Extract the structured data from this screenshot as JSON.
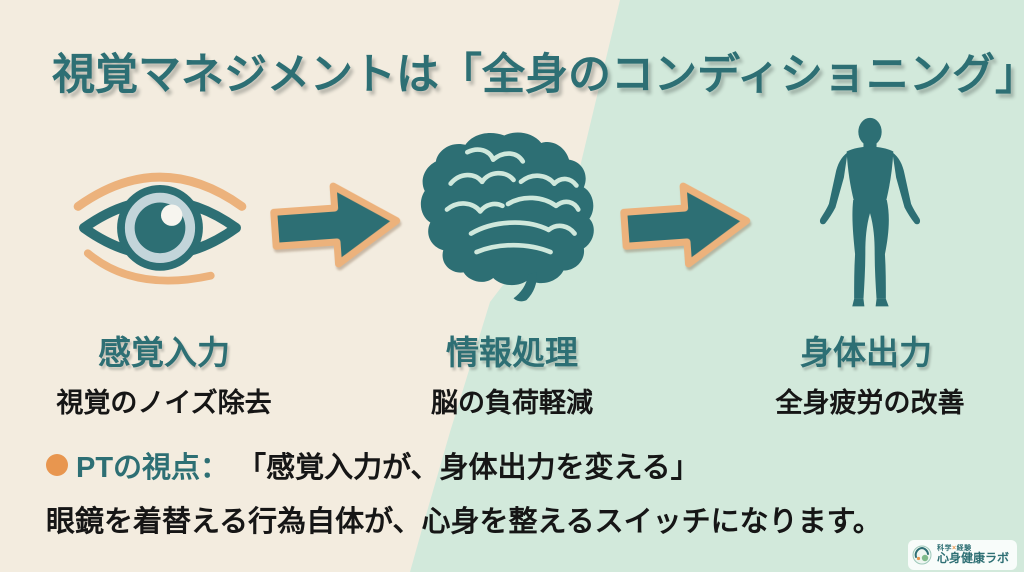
{
  "title": "視覚マネジメントは「全身のコンディショニング」",
  "flow": {
    "steps": [
      {
        "icon": "eye-icon",
        "label": "感覚入力",
        "sublabel": "視覚のノイズ除去"
      },
      {
        "icon": "brain-icon",
        "label": "情報処理",
        "sublabel": "脳の負荷軽減"
      },
      {
        "icon": "body-icon",
        "label": "身体出力",
        "sublabel": "全身疲労の改善"
      }
    ],
    "arrow_icon": "right-arrow-icon"
  },
  "note": {
    "bullet_icon": "bullet-dot-icon",
    "prefix": "PTの視点：",
    "quote": "「感覚入力が、身体出力を変える」",
    "line2": "眼鏡を着替える行為自体が、心身を整えるスイッチになります。"
  },
  "logo": {
    "icon": "globe-leaf-icon",
    "tagline_left": "科学",
    "tagline_x": "×",
    "tagline_right": "経験",
    "name": "心身健康ラボ"
  },
  "colors": {
    "background_left": "#f3ecdf",
    "background_right": "#d2e9db",
    "teal": "#2d6f74",
    "orange": "#ecb27c",
    "bullet_orange": "#e8964f",
    "text_black": "#161616",
    "iris_light": "#c3d5da",
    "brain_line": "#cfe8dc"
  }
}
